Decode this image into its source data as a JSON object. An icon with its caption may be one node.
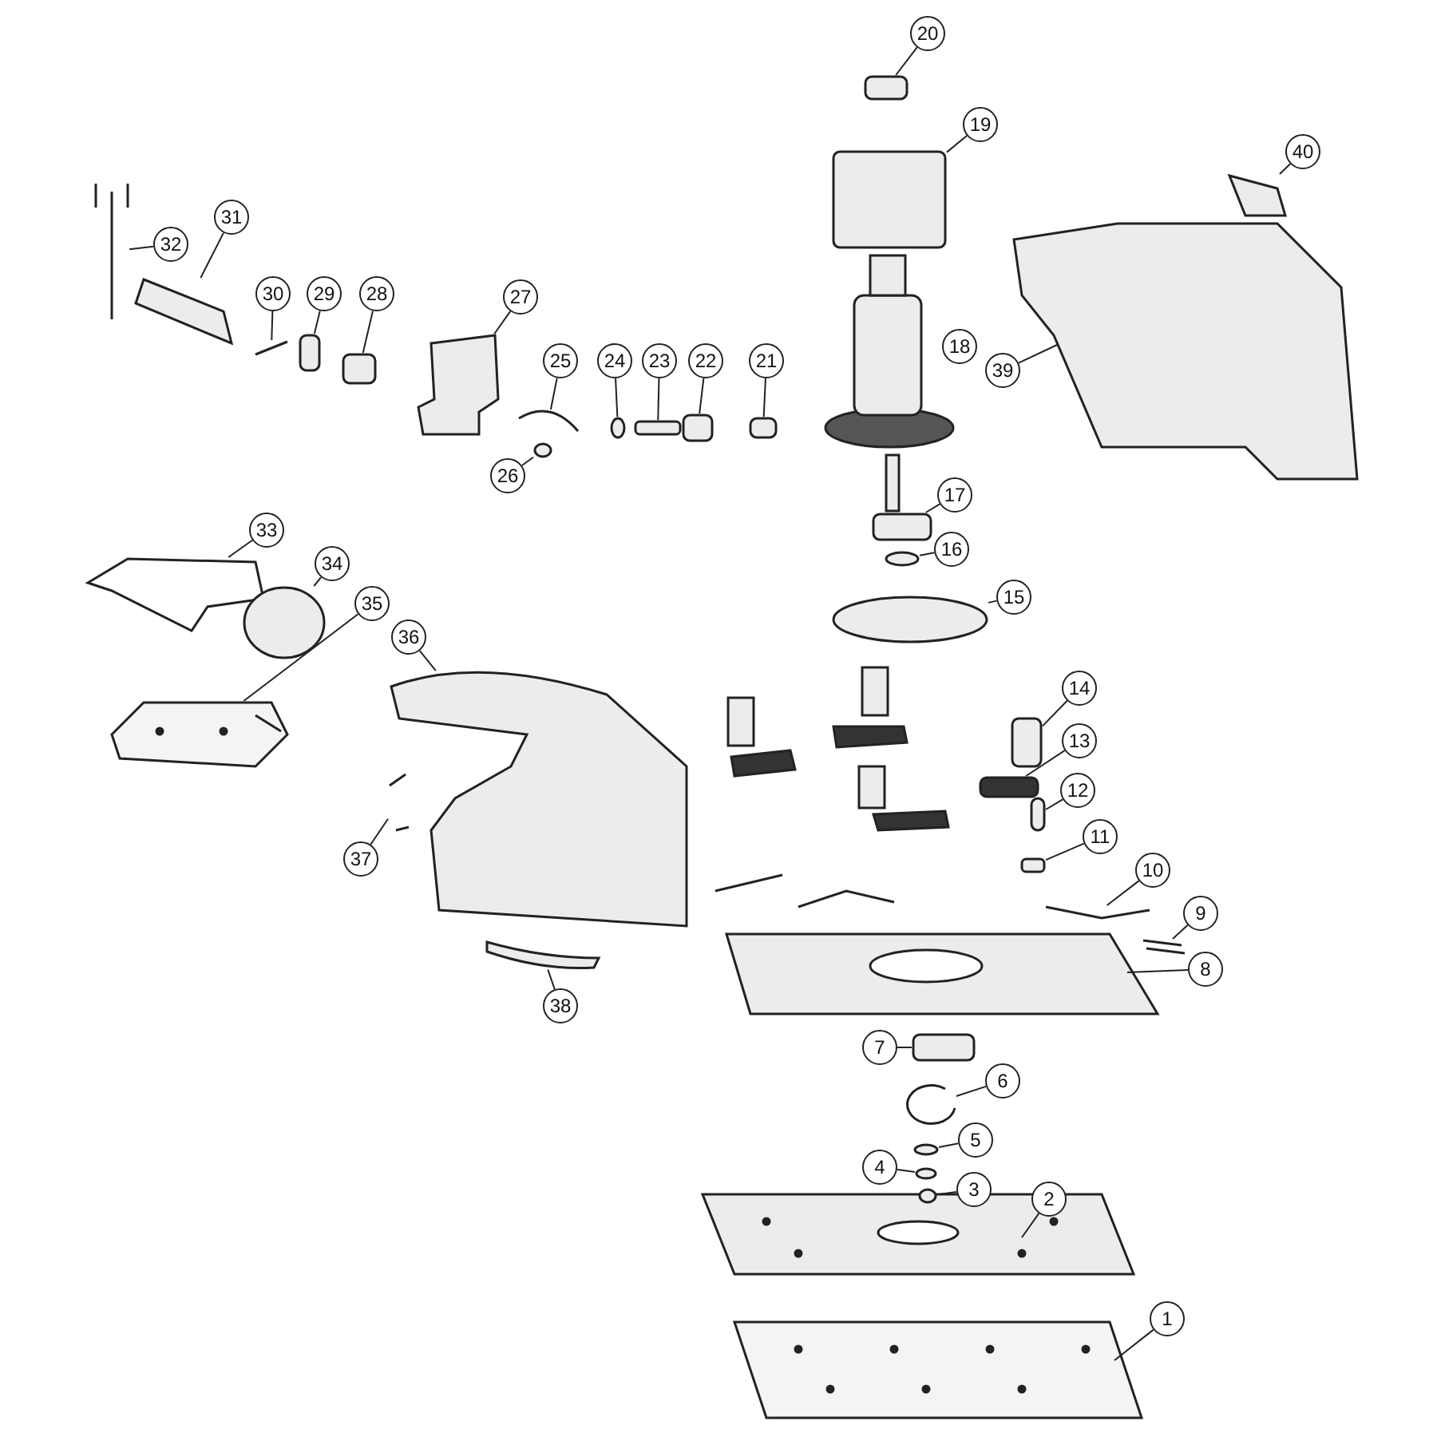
{
  "diagram": {
    "nodes": [
      {
        "text": [
          "1"
        ]
      },
      {
        "text": [
          "2"
        ]
      },
      {
        "text": [
          "3"
        ]
      },
      {
        "text": [
          "4"
        ]
      },
      {
        "text": [
          "5"
        ]
      },
      {
        "text": [
          "6"
        ]
      },
      {
        "text": [
          "7"
        ]
      },
      {
        "text": [
          "8"
        ]
      },
      {
        "text": [
          "9"
        ]
      },
      {
        "text": [
          "10"
        ]
      },
      {
        "text": [
          "11"
        ]
      },
      {
        "text": [
          "12"
        ]
      },
      {
        "text": [
          "13"
        ]
      },
      {
        "text": [
          "14"
        ]
      },
      {
        "text": [
          "15"
        ]
      },
      {
        "text": [
          "16"
        ]
      },
      {
        "text": [
          "17"
        ]
      },
      {
        "text": [
          "18"
        ]
      },
      {
        "text": [
          "19"
        ]
      },
      {
        "text": [
          "20"
        ]
      },
      {
        "text": [
          "21"
        ]
      },
      {
        "text": [
          "22"
        ]
      },
      {
        "text": [
          "23"
        ]
      },
      {
        "text": [
          "24"
        ]
      },
      {
        "text": [
          "25"
        ]
      },
      {
        "text": [
          "26"
        ]
      },
      {
        "text": [
          "27"
        ]
      },
      {
        "text": [
          "28"
        ]
      },
      {
        "text": [
          "29"
        ]
      },
      {
        "text": [
          "30"
        ]
      },
      {
        "text": [
          "31"
        ]
      },
      {
        "text": [
          "32"
        ]
      },
      {
        "text": [
          "33"
        ]
      },
      {
        "text": [
          "34"
        ]
      },
      {
        "text": [
          "35"
        ]
      },
      {
        "text": [
          "36"
        ]
      },
      {
        "text": [
          "37"
        ]
      },
      {
        "text": [
          "38"
        ]
      },
      {
        "text": [
          "39"
        ]
      },
      {
        "text": [
          "40"
        ]
      },
      {
        "text": [],
        "shape": "picture"
      },
      {
        "text": [],
        "shape": "picture"
      },
      {
        "text": [],
        "shape": "circle"
      },
      {
        "text": [],
        "shape": "circle"
      },
      {
        "text": [],
        "shape": "circle"
      },
      {
        "text": [],
        "shape": "picture"
      },
      {
        "text": [],
        "shape": "box"
      },
      {
        "text": [],
        "shape": "picture"
      },
      {
        "text": [],
        "shape": "picture"
      },
      {
        "text": [],
        "shape": "picture"
      },
      {
        "text": [],
        "shape": "box"
      },
      {
        "text": [],
        "shape": "box"
      },
      {
        "text": [],
        "shape": "box"
      },
      {
        "text": [],
        "shape": "box"
      },
      {
        "text": [],
        "shape": "circle"
      },
      {
        "text": [],
        "shape": "circle"
      },
      {
        "text": [],
        "shape": "box"
      },
      {
        "text": [],
        "shape": "picture"
      },
      {
        "text": [],
        "shape": "box"
      },
      {
        "text": [],
        "shape": "box"
      },
      {
        "text": [],
        "shape": "box"
      },
      {
        "text": [],
        "shape": "box"
      },
      {
        "text": [],
        "shape": "box"
      },
      {
        "text": [],
        "shape": "circle"
      },
      {
        "text": [],
        "shape": "picture"
      },
      {
        "text": [],
        "shape": "circle"
      },
      {
        "text": [],
        "shape": "picture"
      },
      {
        "text": [],
        "shape": "box"
      },
      {
        "text": [],
        "shape": "box"
      },
      {
        "text": [],
        "shape": "picture"
      },
      {
        "text": [],
        "shape": "picture"
      },
      {
        "text": [],
        "shape": "picture"
      },
      {
        "text": [],
        "shape": "picture"
      },
      {
        "text": [],
        "shape": "circle"
      },
      {
        "text": [],
        "shape": "picture"
      },
      {
        "text": [],
        "shape": "picture"
      },
      {
        "text": [],
        "shape": "picture"
      },
      {
        "text": [],
        "shape": "picture"
      },
      {
        "text": [],
        "shape": "picture"
      },
      {
        "text": [],
        "shape": "picture"
      }
    ],
    "edges": [
      {
        "from": 0,
        "to": 40,
        "arrow": "none"
      },
      {
        "from": 1,
        "to": 41,
        "arrow": "none"
      },
      {
        "from": 2,
        "to": 42,
        "arrow": "none"
      },
      {
        "from": 3,
        "to": 43,
        "arrow": "none"
      },
      {
        "from": 4,
        "to": 44,
        "arrow": "none"
      },
      {
        "from": 5,
        "to": 45,
        "arrow": "none"
      },
      {
        "from": 6,
        "to": 46,
        "arrow": "none"
      },
      {
        "from": 7,
        "to": 47,
        "arrow": "none"
      },
      {
        "from": 8,
        "to": 48,
        "arrow": "none"
      },
      {
        "from": 9,
        "to": 49,
        "arrow": "none"
      },
      {
        "from": 10,
        "to": 50,
        "arrow": "none"
      },
      {
        "from": 11,
        "to": 51,
        "arrow": "none"
      },
      {
        "from": 12,
        "to": 52,
        "arrow": "none"
      },
      {
        "from": 13,
        "to": 53,
        "arrow": "none"
      },
      {
        "from": 14,
        "to": 54,
        "arrow": "none"
      },
      {
        "from": 15,
        "to": 55,
        "arrow": "none"
      },
      {
        "from": 16,
        "to": 56,
        "arrow": "none"
      },
      {
        "from": 17,
        "to": 57,
        "arrow": "none"
      },
      {
        "from": 18,
        "to": 58,
        "arrow": "none"
      },
      {
        "from": 19,
        "to": 59,
        "arrow": "none"
      },
      {
        "from": 20,
        "to": 60,
        "arrow": "none"
      },
      {
        "from": 21,
        "to": 61,
        "arrow": "none"
      },
      {
        "from": 22,
        "to": 62,
        "arrow": "none"
      },
      {
        "from": 23,
        "to": 63,
        "arrow": "none"
      },
      {
        "from": 24,
        "to": 64,
        "arrow": "none"
      },
      {
        "from": 25,
        "to": 65,
        "arrow": "none"
      },
      {
        "from": 26,
        "to": 66,
        "arrow": "none"
      },
      {
        "from": 27,
        "to": 67,
        "arrow": "none"
      },
      {
        "from": 28,
        "to": 68,
        "arrow": "none"
      },
      {
        "from": 29,
        "to": 69,
        "arrow": "none"
      },
      {
        "from": 30,
        "to": 70,
        "arrow": "none"
      },
      {
        "from": 31,
        "to": 71,
        "arrow": "none"
      },
      {
        "from": 32,
        "to": 72,
        "arrow": "none"
      },
      {
        "from": 33,
        "to": 73,
        "arrow": "none"
      },
      {
        "from": 34,
        "to": 74,
        "arrow": "none"
      },
      {
        "from": 35,
        "to": 75,
        "arrow": "none"
      },
      {
        "from": 36,
        "to": 76,
        "arrow": "none"
      },
      {
        "from": 37,
        "to": 77,
        "arrow": "none"
      },
      {
        "from": 38,
        "to": 78,
        "arrow": "none"
      },
      {
        "from": 39,
        "to": 79,
        "arrow": "none"
      }
    ]
  }
}
